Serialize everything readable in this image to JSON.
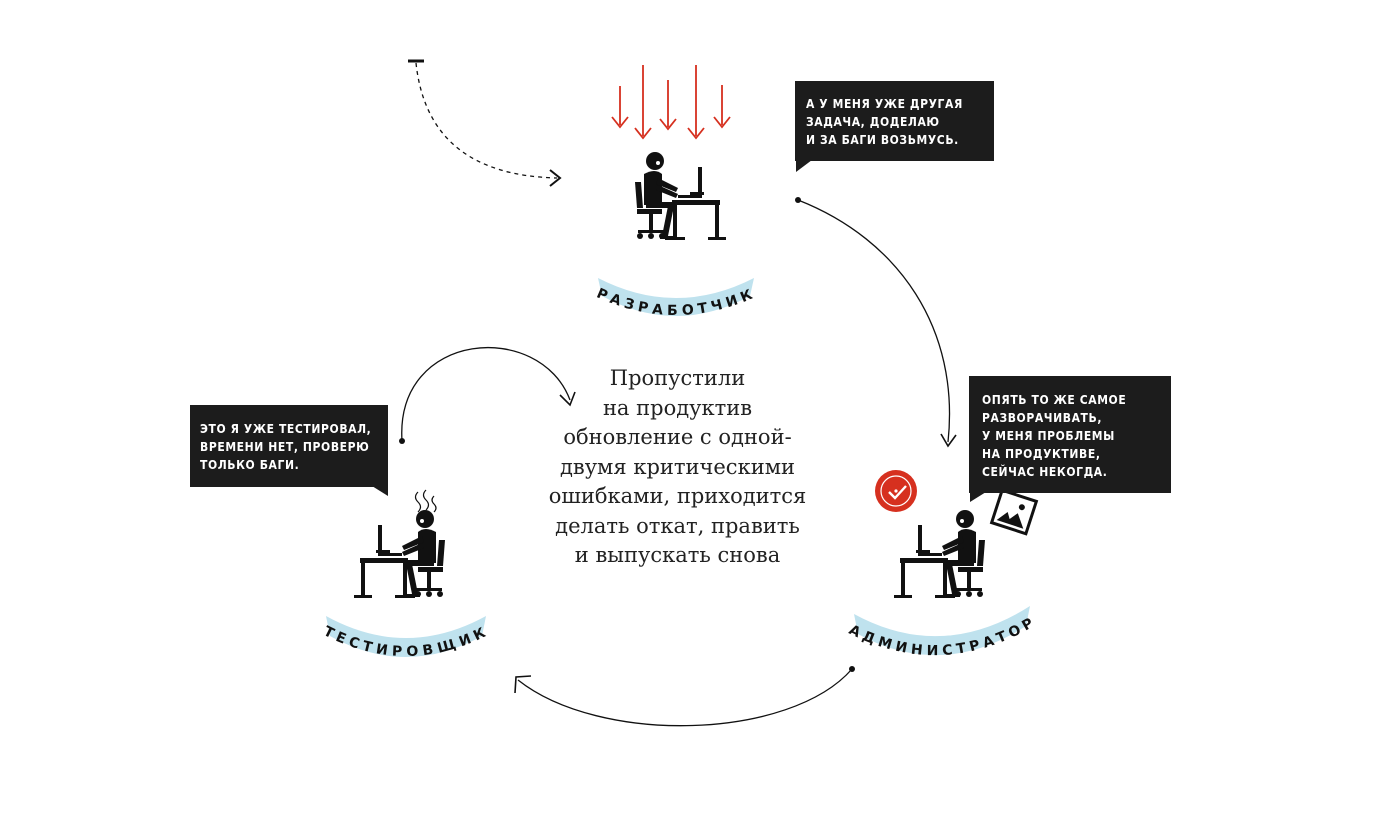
{
  "colors": {
    "ribbon": "#bfe2ee",
    "arrow_red": "#d6301f",
    "clock_red": "#d6301f",
    "bubble_bg": "#1c1c1c",
    "ink": "#111111"
  },
  "roles": {
    "developer": "РАЗРАБОТЧИК",
    "tester": "ТЕСТИРОВЩИК",
    "admin": "АДМИНИСТРАТОР"
  },
  "bubbles": {
    "developer": "А У МЕНЯ УЖЕ ДРУГАЯ\nЗАДАЧА, ДОДЕЛАЮ\nИ ЗА БАГИ ВОЗЬМУСЬ.",
    "tester": "ЭТО Я УЖЕ ТЕСТИРОВАЛ,\nВРЕМЕНИ НЕТ, ПРОВЕРЮ\nТОЛЬКО БАГИ.",
    "admin": "ОПЯТЬ ТО ЖЕ САМОЕ\nРАЗВОРАЧИВАТЬ,\nУ МЕНЯ ПРОБЛЕМЫ\nНА ПРОДУКТИВЕ,\nСЕЙЧАС НЕКОГДА."
  },
  "center_text": "Пропустили\nна продуктив\nобновление с одной-\nдвумя критическими\nошибками, приходится\nделать откат, править\nи выпускать снова",
  "icons": [
    "workstation-icon",
    "steam-icon",
    "clock-icon",
    "photo-icon",
    "down-arrow-icon"
  ]
}
